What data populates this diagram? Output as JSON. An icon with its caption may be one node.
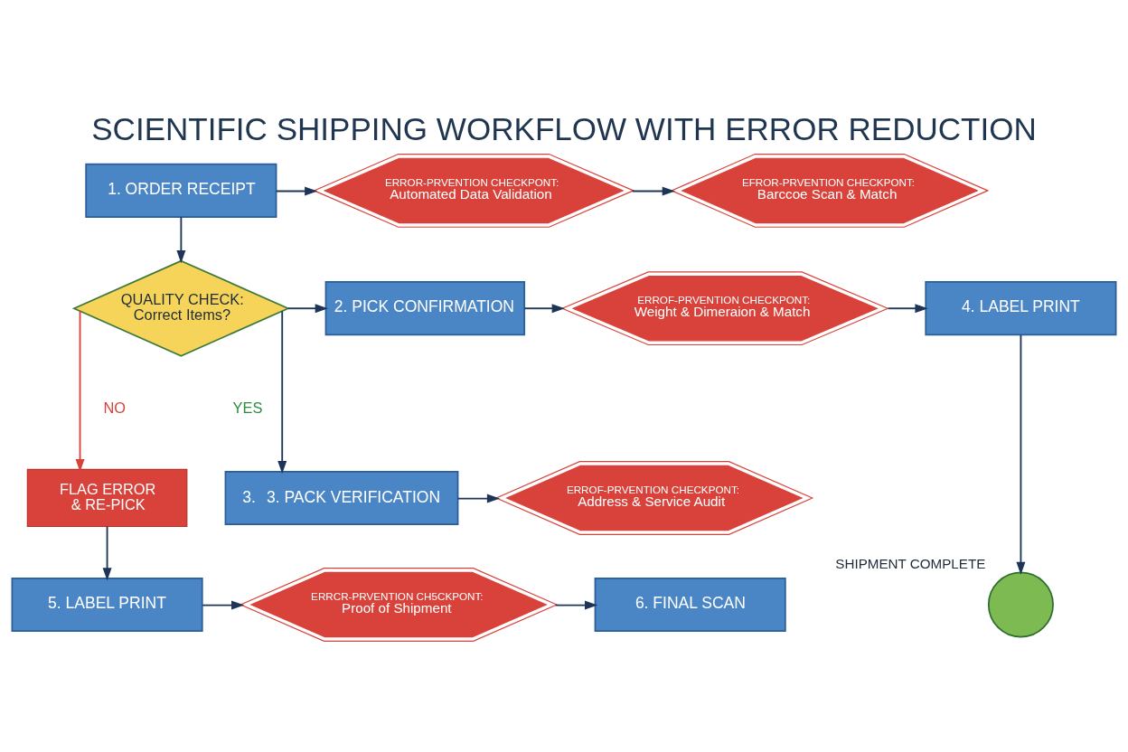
{
  "diagram": {
    "title": "SCIENTIFIC SHIPPING WORKFLOW WITH ERROR REDUCTION",
    "nodes": [
      {
        "text": [
          "1. ORDER RECEIPT"
        ]
      },
      {
        "text": [
          "ERROR-PRVENTION CHECKPONT:",
          "Automated Data Validation"
        ]
      },
      {
        "text": [
          "EFROR-PRVENTION CHECKPONT:",
          "Barccoe Scan & Match"
        ]
      },
      {
        "text": [
          "QUALITY CHECK: Correct Items?"
        ]
      },
      {
        "text": [
          "2. PICK CONFIRMATION"
        ]
      },
      {
        "text": [
          "ERROF-PRVENTION CHECKPONT:",
          "Weight & Dimeraion & Match"
        ]
      },
      {
        "text": [
          "FLAG ERROR & RE-PICK"
        ]
      },
      {
        "text": [
          "3.",
          "3. PACK VERIFICATION"
        ]
      },
      {
        "text": [
          "ERROF-PRVENTION CHECKPONT:",
          "Address & Service Audit"
        ]
      },
      {
        "text": [
          "4. LABEL PRINT"
        ]
      },
      {
        "text": [
          "5. LABEL PRINT"
        ]
      },
      {
        "text": [
          "ERRCR-PRVENTION CH5CKPONT:",
          "Proof of Shipment"
        ]
      },
      {
        "text": [
          "6. FINAL SCAN"
        ]
      },
      {
        "text": [],
        "shape": "circle",
        "beside": [
          "SHIPMENT COMPLETE"
        ]
      }
    ],
    "edges": [
      {
        "from": 0,
        "to": 1,
        "arrow": "to"
      },
      {
        "from": 1,
        "to": 2,
        "arrow": "to"
      },
      {
        "from": 0,
        "to": 3,
        "arrow": "to"
      },
      {
        "from": 3,
        "to": 4,
        "arrow": "to"
      },
      {
        "from": 3,
        "to": 7,
        "arrow": "to"
      },
      {
        "from": 4,
        "to": 5,
        "arrow": "to"
      },
      {
        "from": 7,
        "to": 8,
        "arrow": "to"
      },
      {
        "from": 5,
        "to": 9,
        "arrow": "to"
      },
      {
        "from": 3,
        "to": 6,
        "arrow": "to",
        "color": "#d8423a"
      },
      {
        "from": 6,
        "to": 10,
        "arrow": "to"
      },
      {
        "from": 10,
        "to": 11,
        "arrow": "to"
      },
      {
        "from": 11,
        "to": 12,
        "arrow": "to"
      },
      {
        "from": 9,
        "to": 13,
        "arrow": "to"
      }
    ],
    "labels": [
      "NO",
      "YES"
    ]
  }
}
